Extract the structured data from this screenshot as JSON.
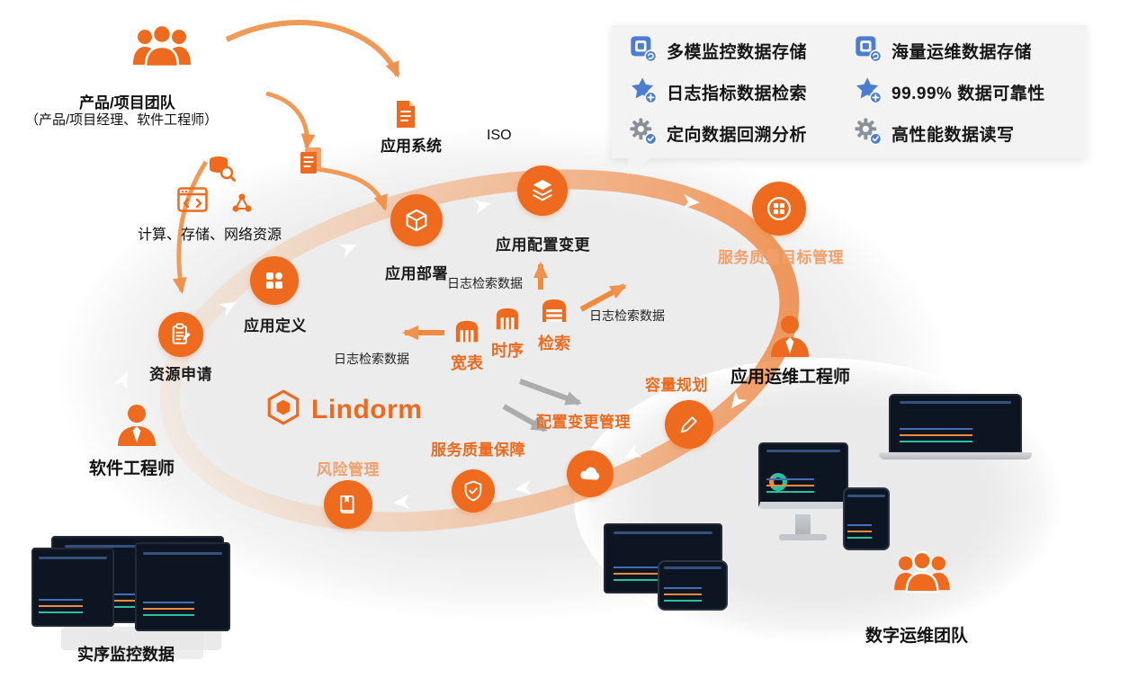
{
  "colors": {
    "accent_orange": "#ED6A1E",
    "light_orange": "#F2A06C",
    "arrow_orange": "#F09A58",
    "feature_blue": "#4C7DD0",
    "feature_gray": "#8A9097",
    "screen_dark": "#0E1522",
    "ellipse_gray": "#ECECEC"
  },
  "top_left": {
    "team_label": "产品/项目团队",
    "team_sublabel": "（产品/项目经理、软件工程师）",
    "resources_label": "计算、存储、网络资源"
  },
  "top_middle": {
    "app_system_label": "应用系统",
    "iso_label": "ISO"
  },
  "feature_box": {
    "items": [
      {
        "icon": "storage-icon",
        "label": "多模监控数据存储"
      },
      {
        "icon": "storage-icon",
        "label": "海量运维数据存储"
      },
      {
        "icon": "star-plus-icon",
        "label": "日志指标数据检索"
      },
      {
        "icon": "star-plus-icon",
        "label": "99.99% 数据可靠性"
      },
      {
        "icon": "gear-check-icon",
        "label": "定向数据回溯分析"
      },
      {
        "icon": "gear-check-icon",
        "label": "高性能数据读写"
      }
    ]
  },
  "lifecycle": {
    "stages": [
      {
        "label": "资源申请"
      },
      {
        "label": "应用定义"
      },
      {
        "label": "应用部署"
      },
      {
        "label": "应用配置变更"
      },
      {
        "label": "服务质量目标管理"
      },
      {
        "label": "容量规划"
      },
      {
        "label": "配置变更管理"
      },
      {
        "label": "服务质量保障"
      },
      {
        "label": "风险管理"
      }
    ]
  },
  "lindorm": {
    "name": "Lindorm",
    "engines": [
      {
        "label": "宽表"
      },
      {
        "label": "时序"
      },
      {
        "label": "检索"
      }
    ]
  },
  "flows": {
    "log_search_top": "日志检索数据",
    "log_search_right": "日志检索数据",
    "log_search_left": "日志检索数据"
  },
  "roles": {
    "software_engineer": "软件工程师",
    "app_ops_engineer": "应用运维工程师",
    "digital_ops_team": "数字运维团队"
  },
  "bottom_left": {
    "label": "实序监控数据"
  }
}
